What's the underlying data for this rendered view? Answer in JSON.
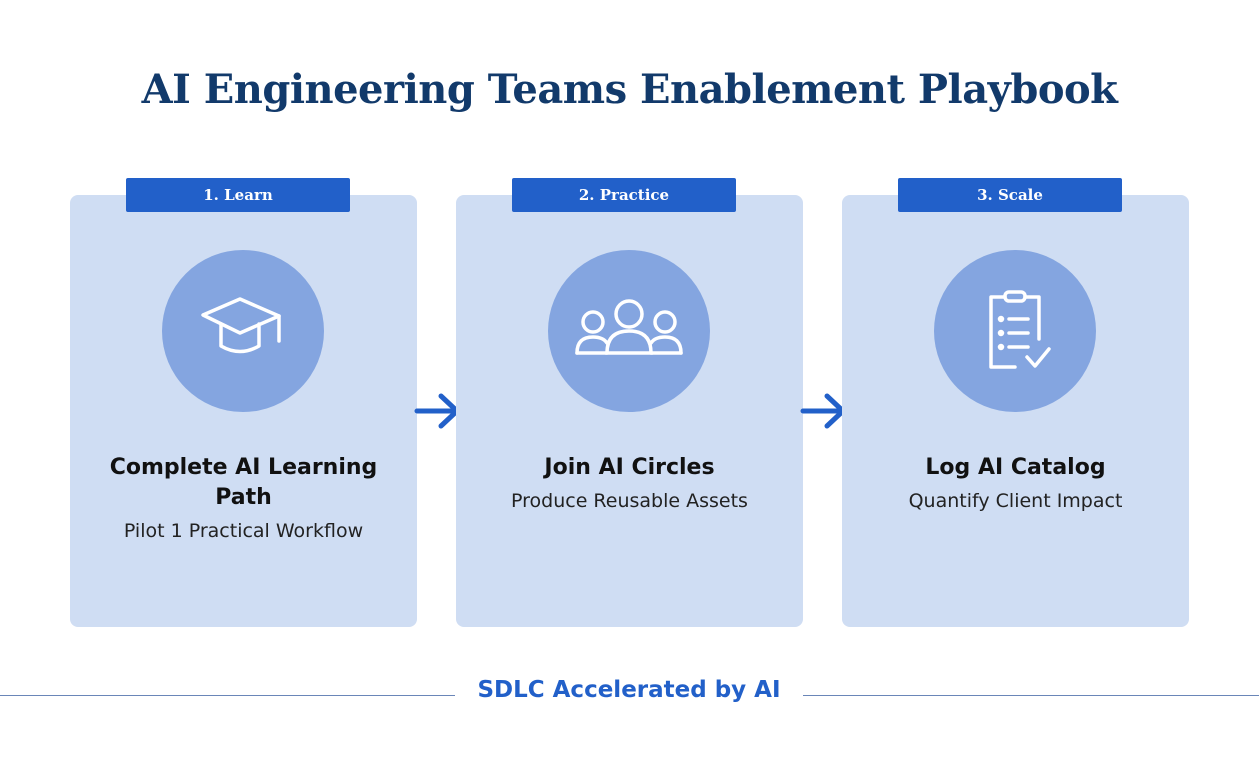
{
  "title": "AI Engineering Teams Enablement Playbook",
  "steps": [
    {
      "badge": "1. Learn",
      "icon": "graduation-cap-icon",
      "heading": "Complete AI Learning Path",
      "subtext": "Pilot 1 Practical Workflow"
    },
    {
      "badge": "2. Practice",
      "icon": "people-group-icon",
      "heading": "Join AI Circles",
      "subtext": "Produce Reusable Assets"
    },
    {
      "badge": "3. Scale",
      "icon": "clipboard-check-icon",
      "heading": "Log AI Catalog",
      "subtext": "Quantify Client Impact"
    }
  ],
  "footer": "SDLC Accelerated by AI",
  "colors": {
    "title": "#123a6b",
    "accent": "#2260c9",
    "card": "#cfddf3",
    "circle": "#84a5e0"
  }
}
